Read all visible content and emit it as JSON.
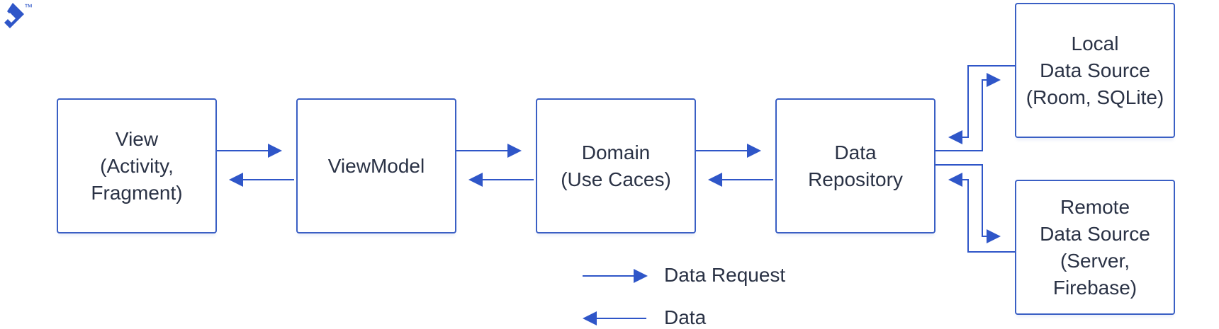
{
  "logo": {
    "icon": "toptal-logo-icon",
    "trademark": "™"
  },
  "boxes": {
    "view": {
      "label": "View\n(Activity,\nFragment)"
    },
    "viewmodel": {
      "label": "ViewModel"
    },
    "domain": {
      "label": "Domain\n(Use Caces)"
    },
    "repository": {
      "label": "Data\nRepository"
    },
    "local": {
      "label": "Local\nData Source\n(Room, SQLite)"
    },
    "remote": {
      "label": "Remote\nData Source\n(Server,\nFirebase)"
    }
  },
  "legend": {
    "request": "Data Request",
    "data": "Data"
  },
  "colors": {
    "accent": "#2f56c8",
    "border": "#3a5fc4"
  }
}
